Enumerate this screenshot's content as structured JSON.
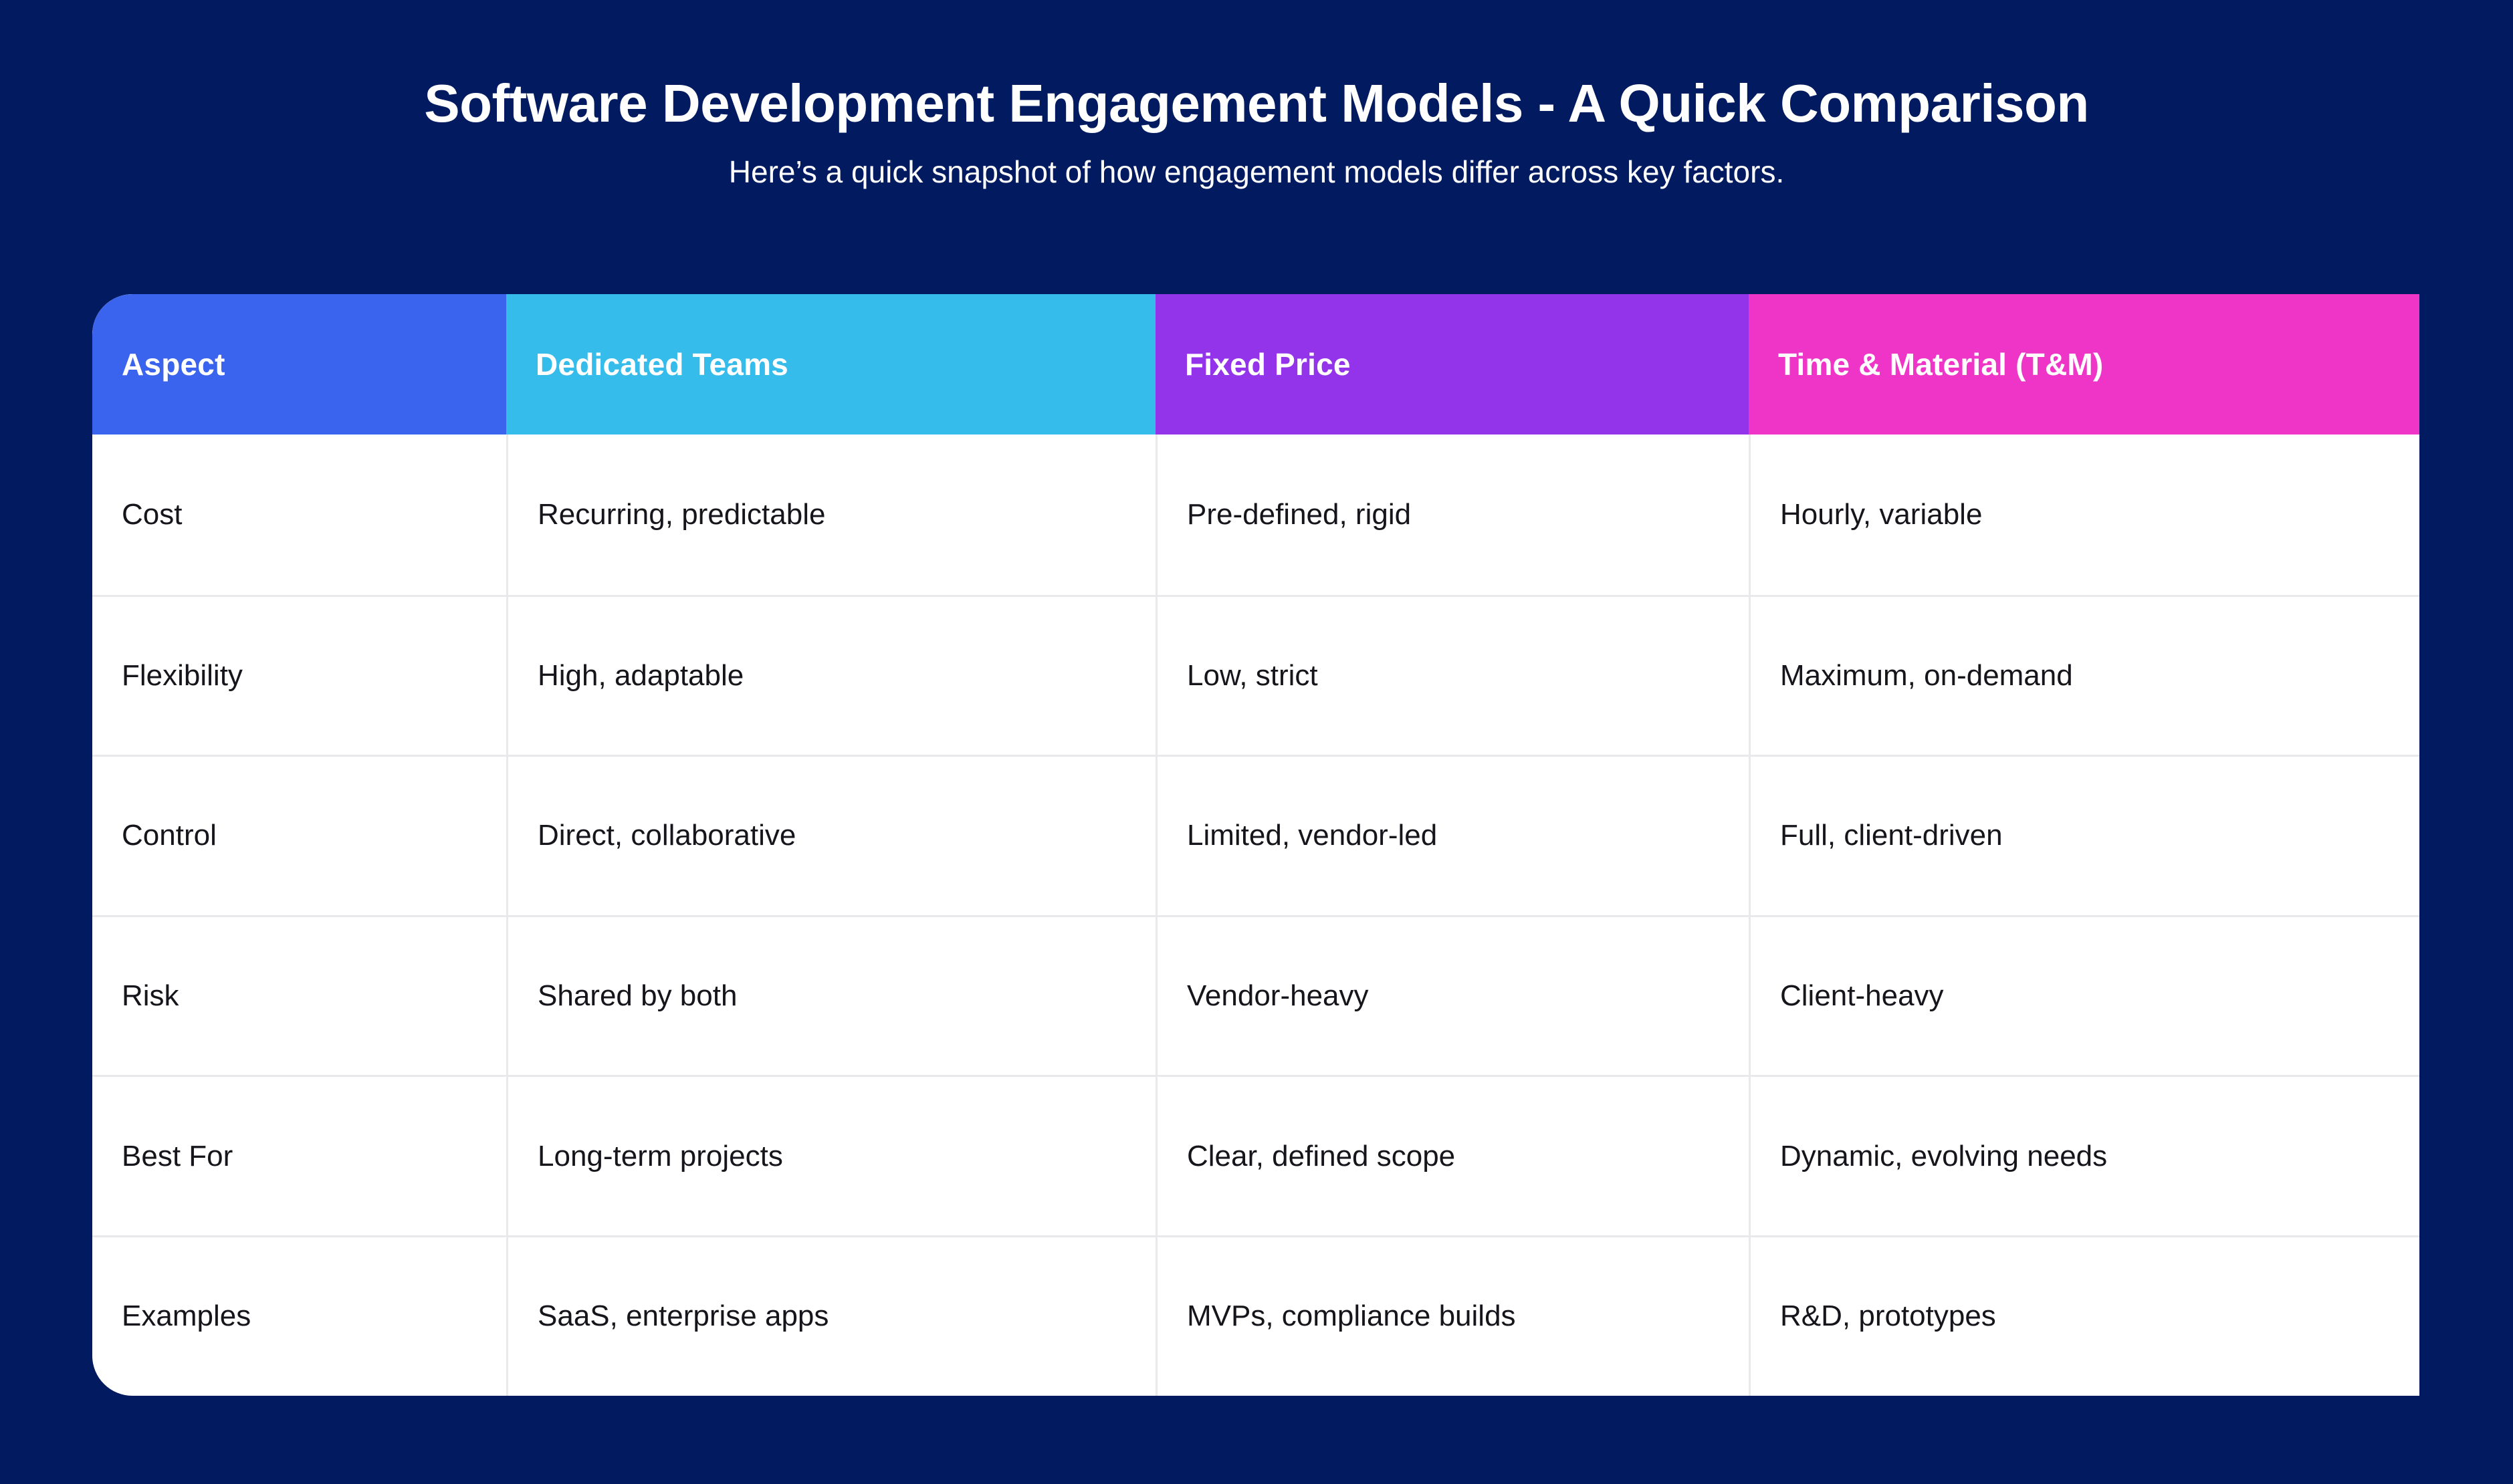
{
  "theme": {
    "background": "#011A60",
    "card_background": "#FFFFFF",
    "divider": "#E9E9EC",
    "body_text": "#15151B",
    "header_text": "#FFFFFF"
  },
  "heading": {
    "title": "Software Development Engagement Models - A Quick Comparison",
    "subtitle": "Here’s a quick snapshot of how engagement models differ across key factors."
  },
  "chart_data": {
    "type": "table",
    "title": "Software Development Engagement Models - A Quick Comparison",
    "columns": [
      {
        "label": "Aspect",
        "color": "#3A64EE"
      },
      {
        "label": "Dedicated Teams",
        "color": "#35BCEA"
      },
      {
        "label": "Fixed Price",
        "color": "#9333EA"
      },
      {
        "label": "Time & Material (T&M)",
        "color": "#EE35C8"
      }
    ],
    "rows": [
      [
        "Cost",
        "Recurring, predictable",
        "Pre-defined, rigid",
        "Hourly, variable"
      ],
      [
        "Flexibility",
        "High, adaptable",
        "Low, strict",
        "Maximum, on-demand"
      ],
      [
        "Control",
        "Direct, collaborative",
        "Limited, vendor-led",
        "Full, client-driven"
      ],
      [
        "Risk",
        "Shared by both",
        "Vendor-heavy",
        "Client-heavy"
      ],
      [
        "Best For",
        "Long-term projects",
        "Clear, defined scope",
        "Dynamic, evolving needs"
      ],
      [
        "Examples",
        "SaaS, enterprise apps",
        "MVPs, compliance builds",
        "R&D, prototypes"
      ]
    ]
  }
}
